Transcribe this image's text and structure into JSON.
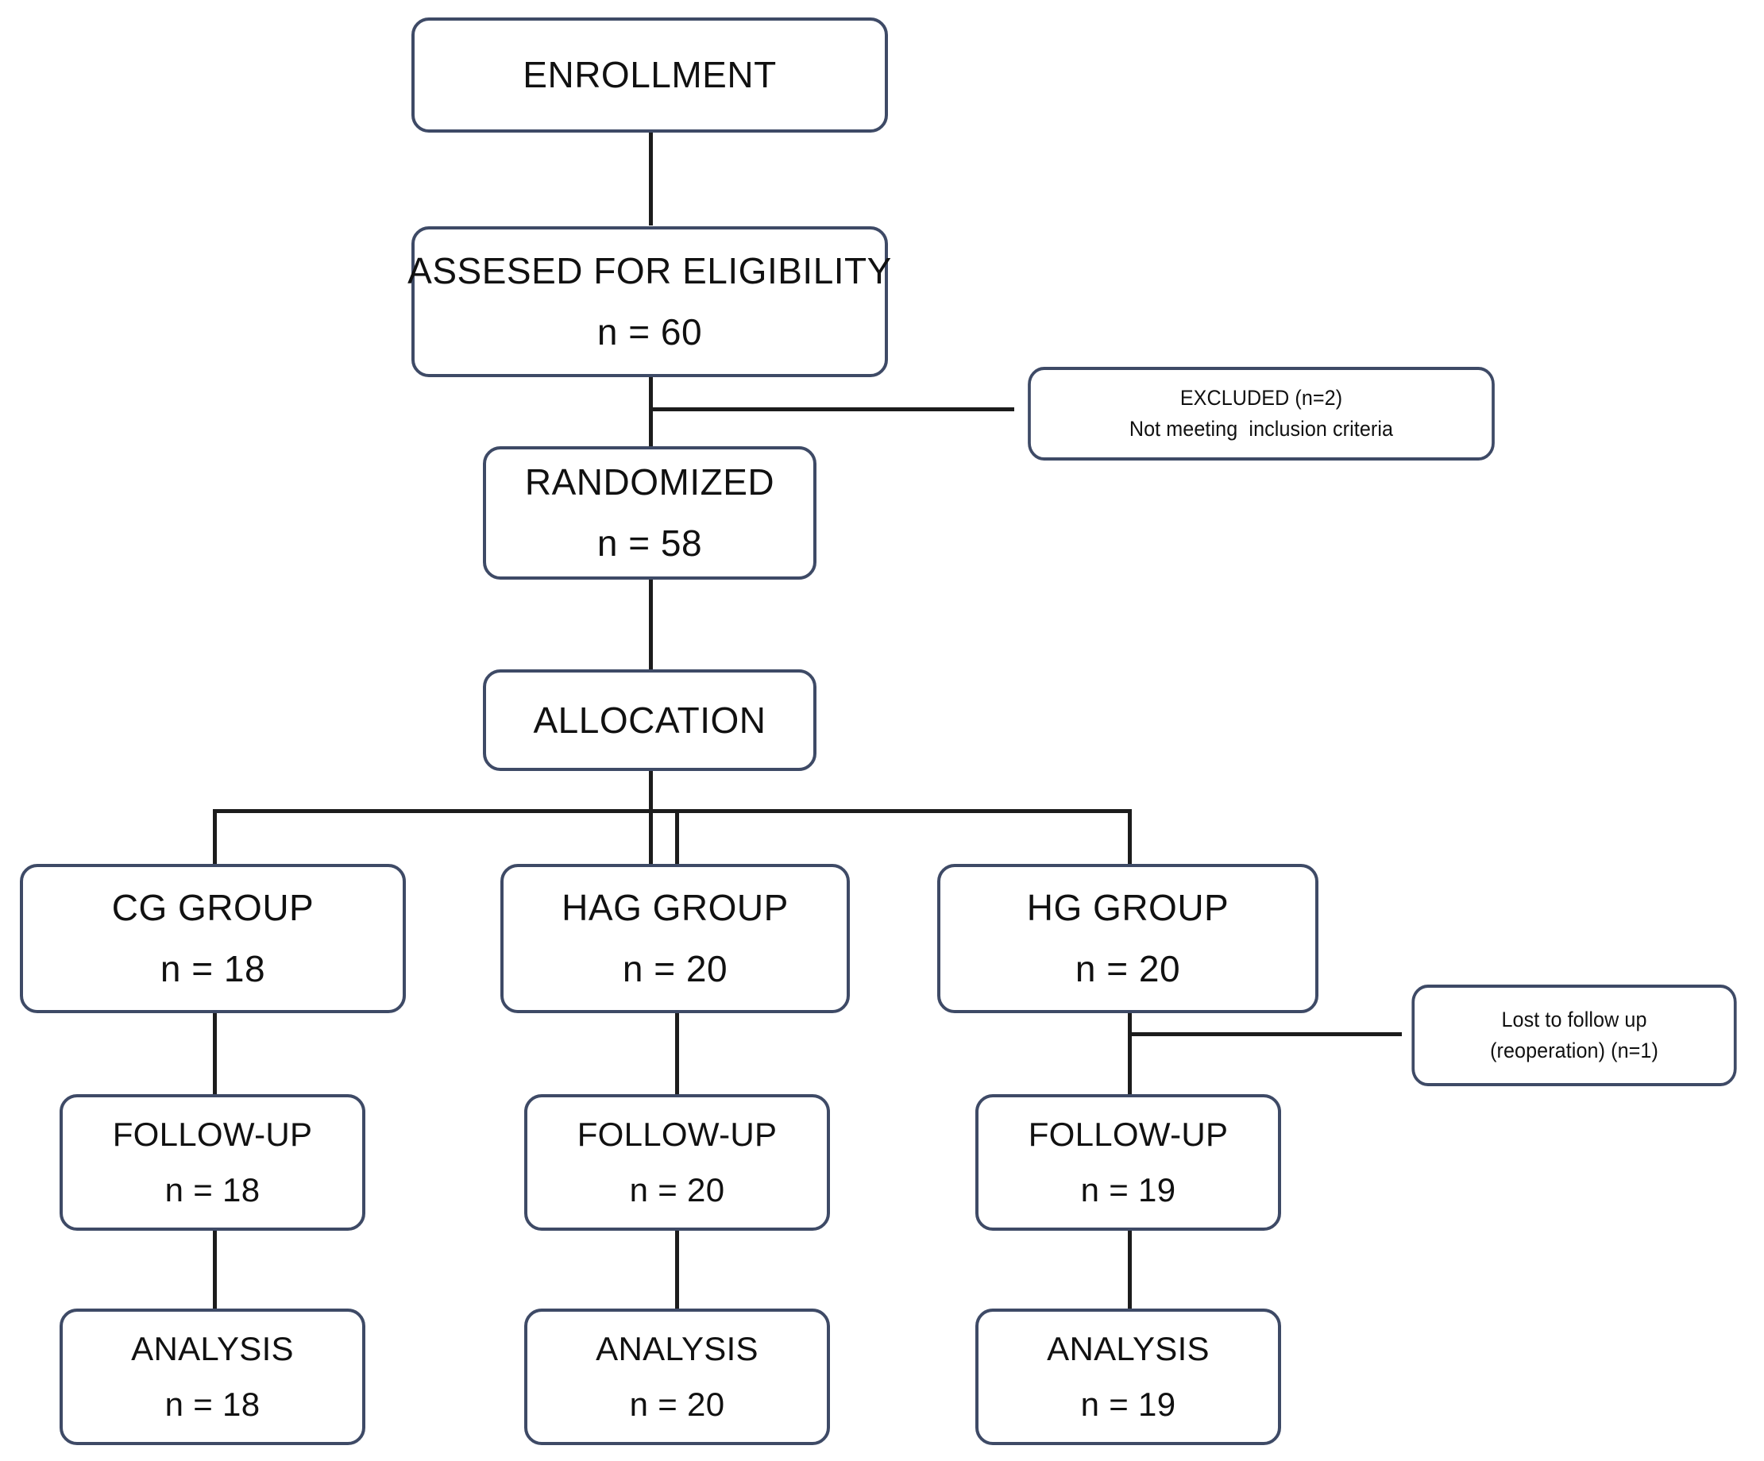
{
  "diagram": {
    "title": "CONSORT participant flow diagram",
    "accent_border_color": "#3e4a66",
    "connector_color": "#1c1c1c",
    "background_color": "#ffffff"
  },
  "nodes": {
    "enrollment": {
      "label": "ENROLLMENT"
    },
    "assessed": {
      "label": "ASSESED FOR ELIGIBILITY",
      "count": "n = 60"
    },
    "excluded": {
      "line1": "EXCLUDED (n=2)",
      "line2": "Not meeting  inclusion criteria"
    },
    "randomized": {
      "label": "RANDOMIZED",
      "count": "n = 58"
    },
    "allocation": {
      "label": "ALLOCATION"
    },
    "lost_followup": {
      "line1": "Lost to follow up",
      "line2": "(reoperation) (n=1)"
    }
  },
  "arms": [
    {
      "id": "cg",
      "group_label": "CG GROUP",
      "group_count": "n = 18",
      "followup_label": "FOLLOW-UP",
      "followup_count": "n = 18",
      "analysis_label": "ANALYSIS",
      "analysis_count": "n = 18"
    },
    {
      "id": "hag",
      "group_label": "HAG GROUP",
      "group_count": "n = 20",
      "followup_label": "FOLLOW-UP",
      "followup_count": "n = 20",
      "analysis_label": "ANALYSIS",
      "analysis_count": "n = 20"
    },
    {
      "id": "hg",
      "group_label": "HG GROUP",
      "group_count": "n = 20",
      "followup_label": "FOLLOW-UP",
      "followup_count": "n = 19",
      "analysis_label": "ANALYSIS",
      "analysis_count": "n = 19"
    }
  ],
  "chart_data": {
    "type": "diagram",
    "title": "CONSORT participant flow diagram",
    "stages": [
      {
        "stage": "Enrollment",
        "label": "ENROLLMENT",
        "n": null
      },
      {
        "stage": "Assessed for eligibility",
        "label": "ASSESED FOR ELIGIBILITY",
        "n": 60
      },
      {
        "stage": "Excluded",
        "label": "EXCLUDED - Not meeting inclusion criteria",
        "n": 2
      },
      {
        "stage": "Randomized",
        "label": "RANDOMIZED",
        "n": 58
      },
      {
        "stage": "Allocation",
        "label": "ALLOCATION",
        "n": null
      }
    ],
    "arms": [
      {
        "name": "CG GROUP",
        "allocated": 18,
        "followup": 18,
        "analysed": 18,
        "lost": 0
      },
      {
        "name": "HAG GROUP",
        "allocated": 20,
        "followup": 20,
        "analysed": 20,
        "lost": 0
      },
      {
        "name": "HG GROUP",
        "allocated": 20,
        "followup": 19,
        "analysed": 19,
        "lost": 1
      }
    ],
    "losses": [
      {
        "arm": "HG GROUP",
        "reason": "(reoperation)",
        "n": 1
      }
    ]
  }
}
